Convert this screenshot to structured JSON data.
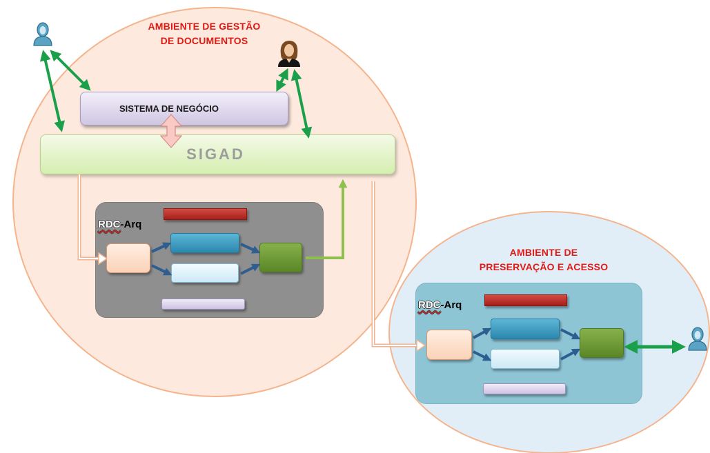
{
  "document_management": {
    "title_line1": "AMBIENTE DE GESTÃO",
    "title_line2": "DE DOCUMENTOS",
    "business_system_label": "SISTEMA DE NEGÓCIO",
    "sigad_label": "SIGAD",
    "rdc_prefix": "RDC",
    "rdc_suffix": "-Arq"
  },
  "preservation": {
    "title_line1": "AMBIENTE DE",
    "title_line2": "PRESERVAÇÃO E ACESSO",
    "rdc_prefix": "RDC",
    "rdc_suffix": "-Arq"
  },
  "colors": {
    "env_title": "#e01a14",
    "env_circle_fill": "#fde9dd",
    "env_circle_stroke": "#f4b48e",
    "pres_circle_fill": "#e2eef7",
    "pres_circle_stroke": "#f4b48e",
    "arrow_green": "#1aa04a",
    "arrow_olive": "#8fbf4f",
    "arrow_orange": "#f4b48e",
    "panel_gray": "#8f8f8f",
    "panel_blue": "#8ec5d5"
  },
  "icons": {
    "user_top_left": "user-silhouette-icon",
    "user_top_right": "user-woman-icon",
    "user_right": "user-silhouette-icon"
  }
}
